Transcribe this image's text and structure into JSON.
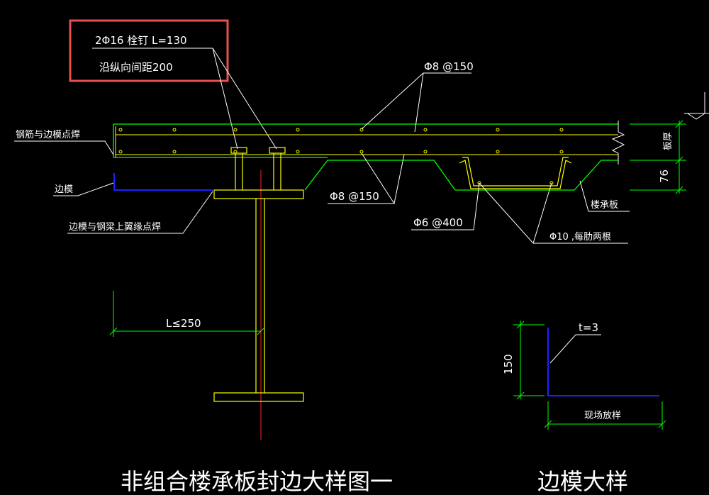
{
  "highlight_box": {
    "line1": "2Φ16 栓钉   L=130",
    "line2": "沿纵向间距200"
  },
  "labels": {
    "rebar_top": "Φ8 @150",
    "rebar_weld": "钢筋与边模点焊",
    "side_form": "边模",
    "form_beam_weld": "边模与钢梁上翼缘点焊",
    "rebar_mid": "Φ8 @150",
    "stirrup": "Φ6 @400",
    "rib_bar": "Φ10 ,每肋两根",
    "deck": "楼承板",
    "slab_thickness": "板厚",
    "rib_height": "76",
    "dim_l": "L≤250",
    "thickness": "t=3",
    "height_150": "150",
    "site_lofting": "现场放样",
    "main_title": "非组合楼承板封边大样图一",
    "sub_title": "边模大样"
  },
  "colors": {
    "background": "#000000",
    "yellow": "#ffff00",
    "green": "#00ff00",
    "blue": "#2020ff",
    "red": "#ff2020",
    "white": "#ffffff",
    "highlight": "#e85050"
  }
}
